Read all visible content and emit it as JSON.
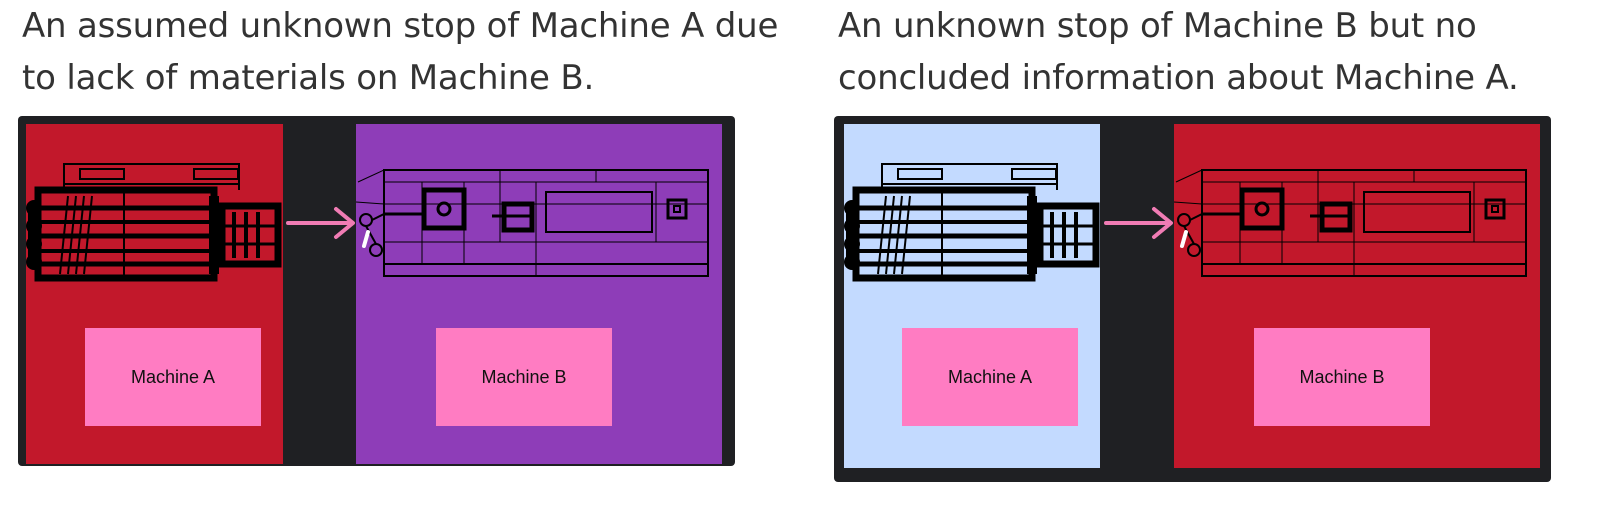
{
  "panels": [
    {
      "caption_line1": "An assumed unknown stop of Machine A due",
      "caption_line2": "to lack of materials on Machine B.",
      "machine_a": {
        "label": "Machine A",
        "color": "#c2182b"
      },
      "machine_b": {
        "label": "Machine B",
        "color": "#8e3db8"
      }
    },
    {
      "caption_line1": "An unknown stop of Machine B but no",
      "caption_line2": "concluded information about Machine A.",
      "machine_a": {
        "label": "Machine A",
        "color": "#c3daff"
      },
      "machine_b": {
        "label": "Machine B",
        "color": "#c2182b"
      }
    }
  ],
  "colors": {
    "frame": "#1f2023",
    "label_box": "#ff7cc2",
    "flow_arrow": "#f07cb4",
    "drawing_line": "#000000"
  },
  "icons": {
    "machine_a_drawing": "machine-a-drawing-icon",
    "machine_b_drawing": "machine-b-drawing-icon",
    "flow_arrow": "flow-arrow-icon"
  }
}
